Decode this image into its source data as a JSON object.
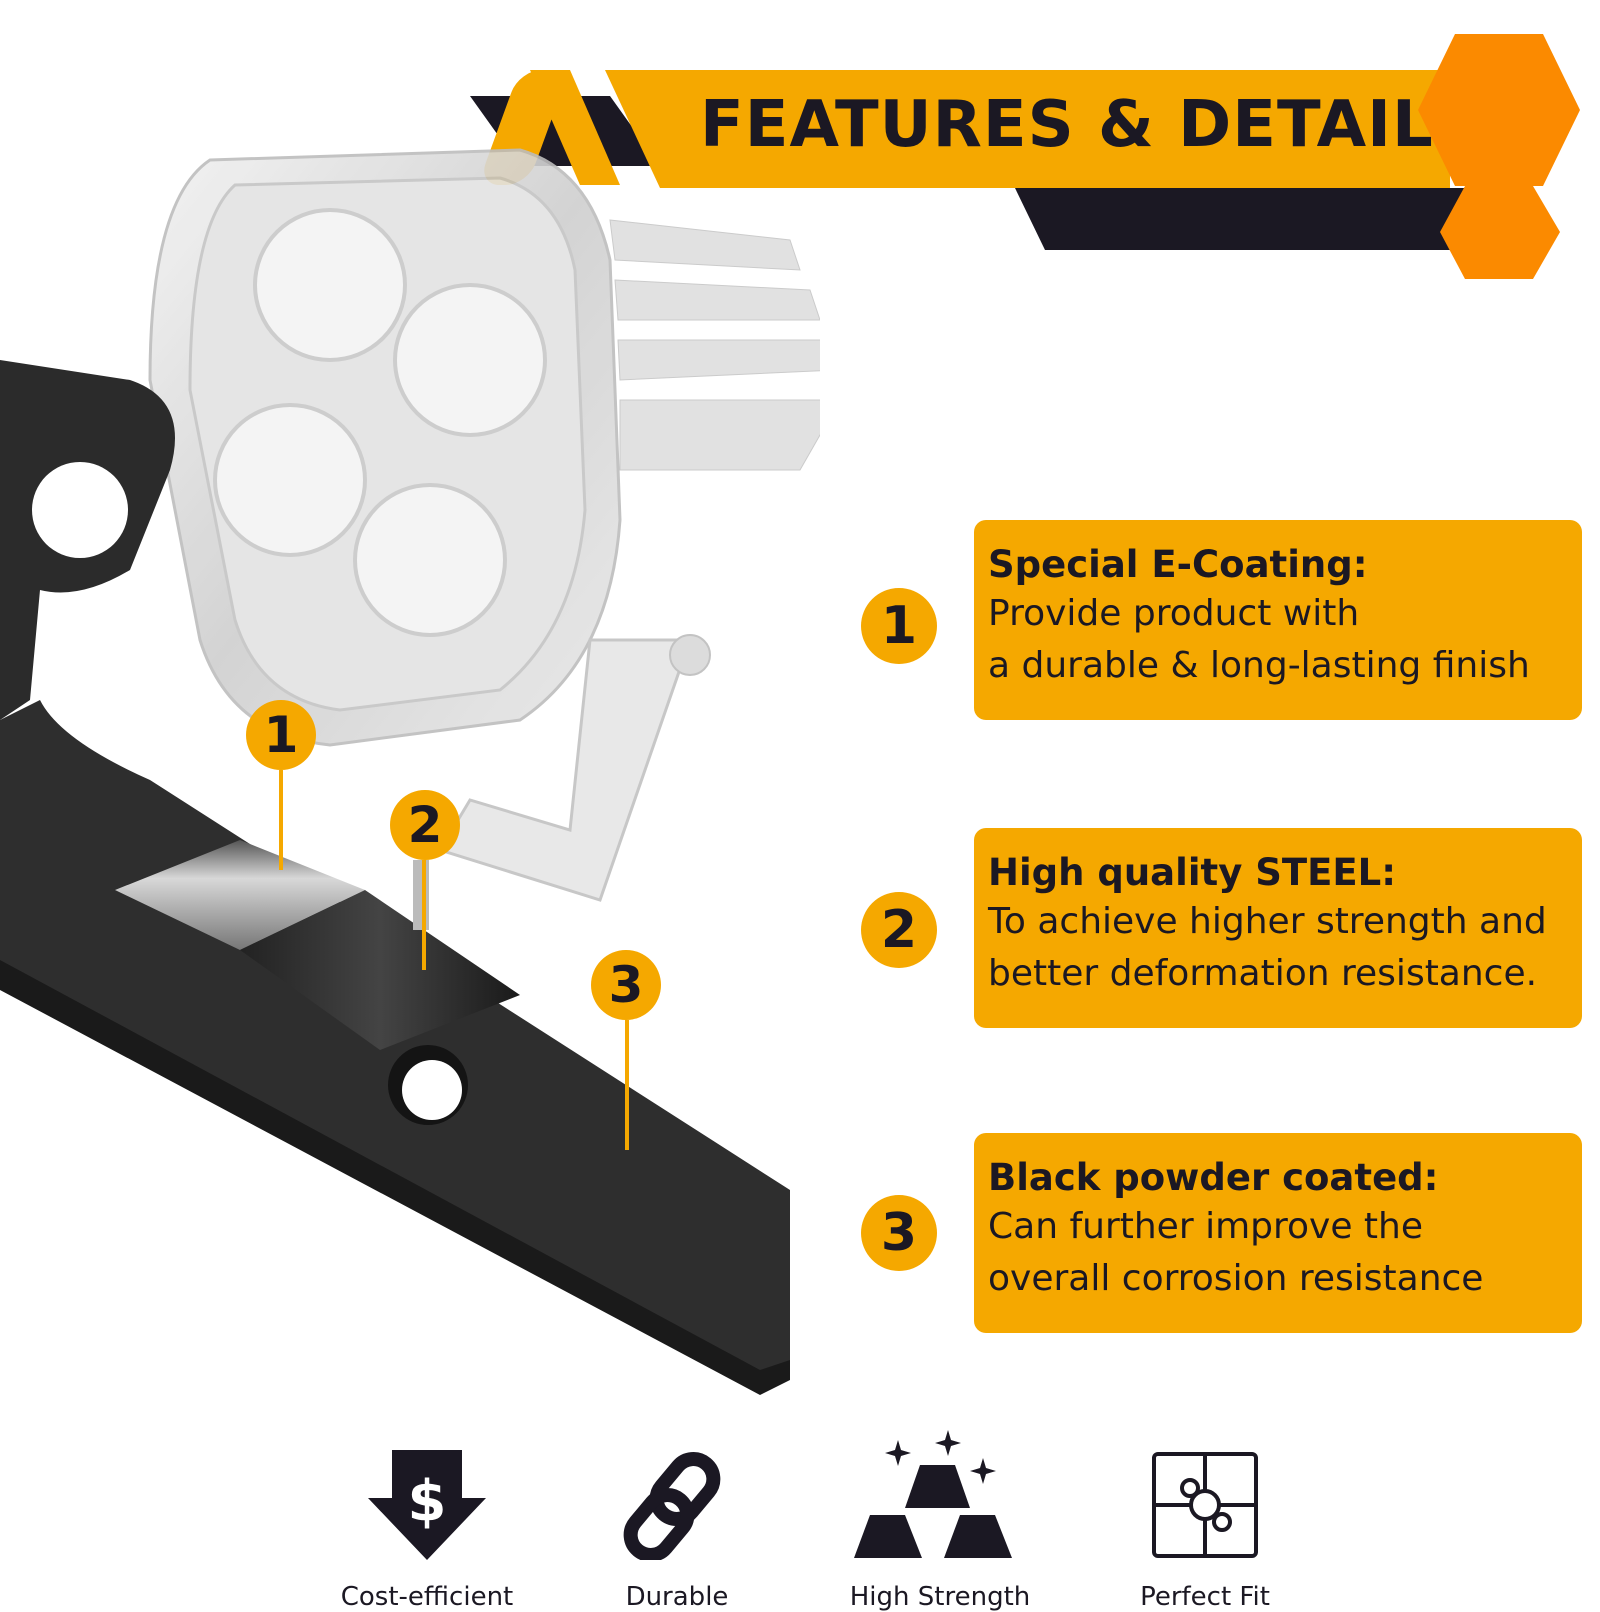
{
  "banner": {
    "title": "FEATURES & DETAIL",
    "colors": {
      "accent": "#f5a800",
      "accent_dark": "#fb8a00",
      "navy": "#1b1823"
    }
  },
  "callouts": [
    {
      "number": "1"
    },
    {
      "number": "2"
    },
    {
      "number": "3"
    }
  ],
  "features": [
    {
      "number": "1",
      "title": "Special E-Coating:",
      "description": "Provide product with\na durable & long-lasting finish"
    },
    {
      "number": "2",
      "title": "High quality STEEL:",
      "description": "To achieve higher strength and\nbetter deformation resistance."
    },
    {
      "number": "3",
      "title": "Black powder coated:",
      "description": "Can further improve the\noverall corrosion resistance"
    }
  ],
  "badges": [
    {
      "icon": "dollar-down-arrow-icon",
      "label": "Cost-efficient"
    },
    {
      "icon": "chain-link-icon",
      "label": "Durable"
    },
    {
      "icon": "gold-bars-icon",
      "label": "High Strength"
    },
    {
      "icon": "puzzle-icon",
      "label": "Perfect Fit"
    }
  ]
}
